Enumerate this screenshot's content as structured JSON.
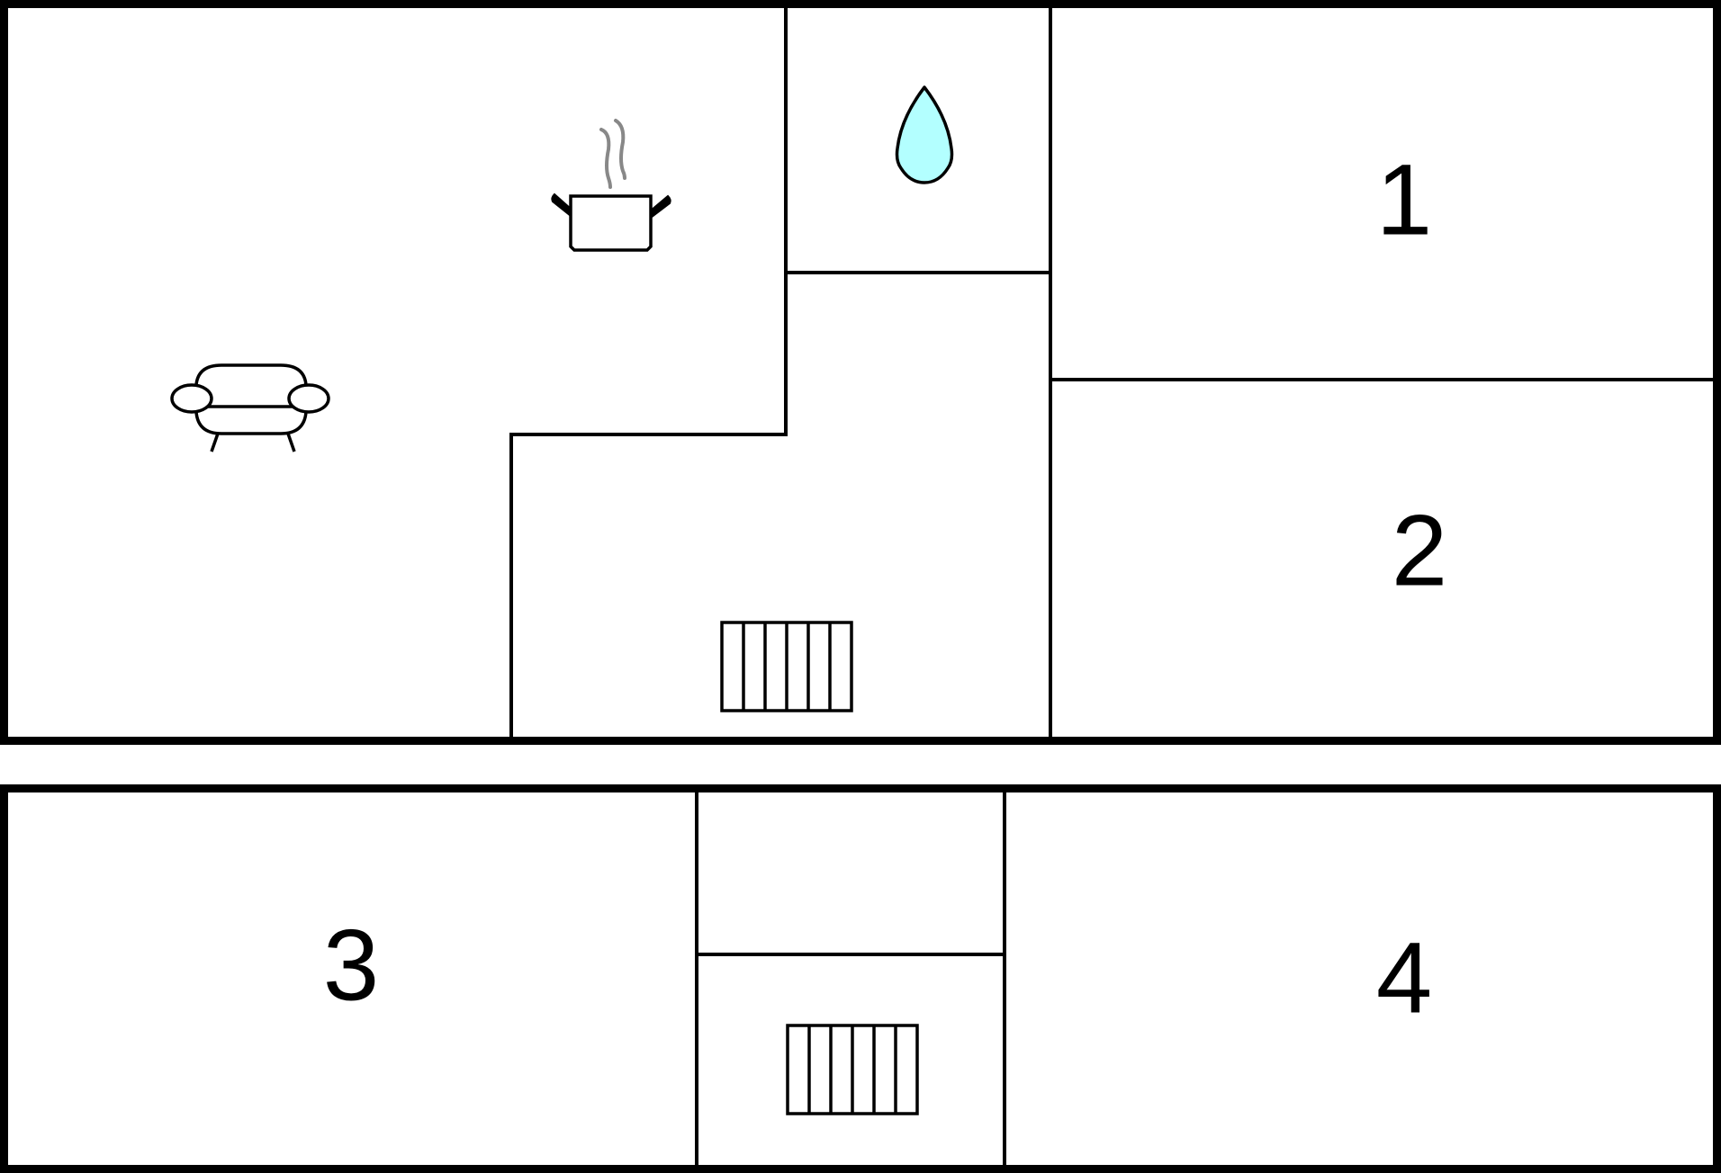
{
  "plan": {
    "colors": {
      "wall": "#000000",
      "background": "#ffffff",
      "water": "#b3ffff",
      "steam": "#888888"
    },
    "rooms": [
      {
        "id": "room-1",
        "label": "1"
      },
      {
        "id": "room-2",
        "label": "2"
      },
      {
        "id": "room-3",
        "label": "3"
      },
      {
        "id": "room-4",
        "label": "4"
      }
    ],
    "icons": [
      {
        "name": "sofa-icon",
        "room": "living"
      },
      {
        "name": "cooking-pot-icon",
        "room": "kitchen"
      },
      {
        "name": "water-drop-icon",
        "room": "bathroom"
      },
      {
        "name": "radiator-icon",
        "room": "hall-upper"
      },
      {
        "name": "radiator-icon",
        "room": "hall-lower"
      }
    ]
  }
}
